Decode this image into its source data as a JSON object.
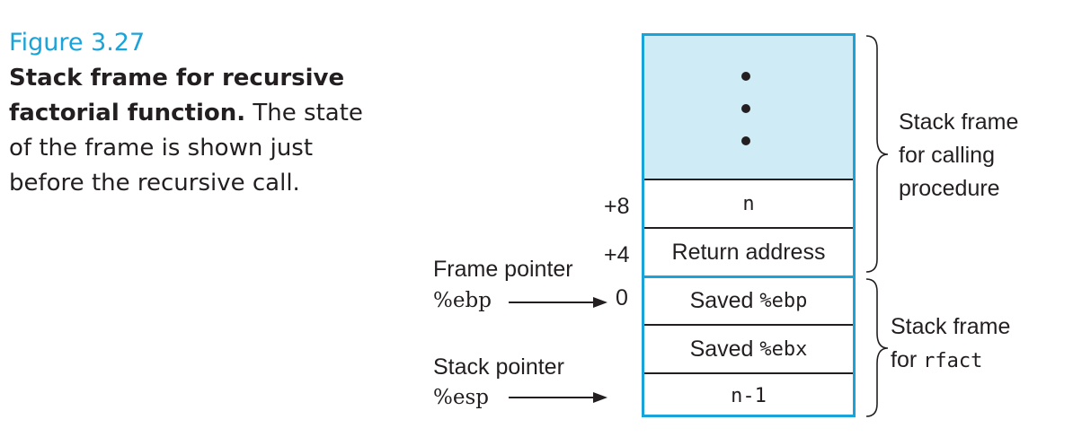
{
  "caption": {
    "figure_label": "Figure 3.27",
    "bold_text": "Stack frame for recursive factorial function.",
    "body_text": " The state of the frame is shown just before the recursive call."
  },
  "stack": {
    "cells": [
      {
        "text": "n",
        "monospace": true,
        "offset": "+8"
      },
      {
        "text": "Return address",
        "monospace": false,
        "offset": "+4"
      },
      {
        "text_prefix": "Saved ",
        "text_code": "%ebp",
        "offset": "0"
      },
      {
        "text_prefix": "Saved ",
        "text_code": "%ebx"
      },
      {
        "text": "n-1",
        "monospace": true
      }
    ],
    "calling_region_color": "#cfebf6",
    "border_color": "#1aa3d9"
  },
  "pointers": {
    "frame_pointer_label": "Frame pointer",
    "frame_pointer_reg": "%ebp",
    "stack_pointer_label": "Stack pointer",
    "stack_pointer_reg": "%esp"
  },
  "braces": {
    "calling_line1": "Stack frame",
    "calling_line2": "for calling",
    "calling_line3": "procedure",
    "rfact_line1": "Stack frame",
    "rfact_line2_prefix": "for ",
    "rfact_line2_code": "rfact"
  }
}
